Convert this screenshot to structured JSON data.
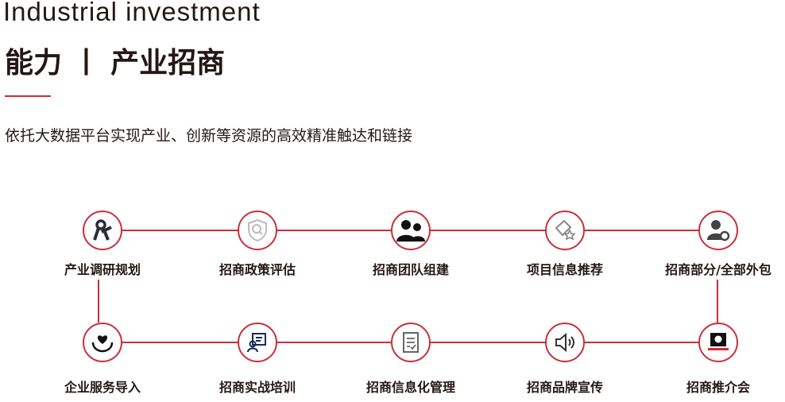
{
  "header": {
    "en_title": "Industrial investment",
    "zh_title": "能力 丨 产业招商",
    "subtitle": "依托大数据平台实现产业、创新等资源的高效精准触达和链接"
  },
  "accent": "#c8303a",
  "row1": [
    {
      "label": "产业调研规划",
      "icon": "compass-icon"
    },
    {
      "label": "招商政策评估",
      "icon": "shield-search-icon"
    },
    {
      "label": "招商团队组建",
      "icon": "team-icon"
    },
    {
      "label": "项目信息推荐",
      "icon": "tag-star-icon"
    },
    {
      "label": "招商部分/全部外包",
      "icon": "user-gear-icon"
    }
  ],
  "row2": [
    {
      "label": "企业服务导入",
      "icon": "hand-heart-icon"
    },
    {
      "label": "招商实战培训",
      "icon": "training-board-icon"
    },
    {
      "label": "招商信息化管理",
      "icon": "document-check-icon"
    },
    {
      "label": "招商品牌宣传",
      "icon": "speaker-icon"
    },
    {
      "label": "招商推介会",
      "icon": "presentation-laptop-icon"
    }
  ]
}
